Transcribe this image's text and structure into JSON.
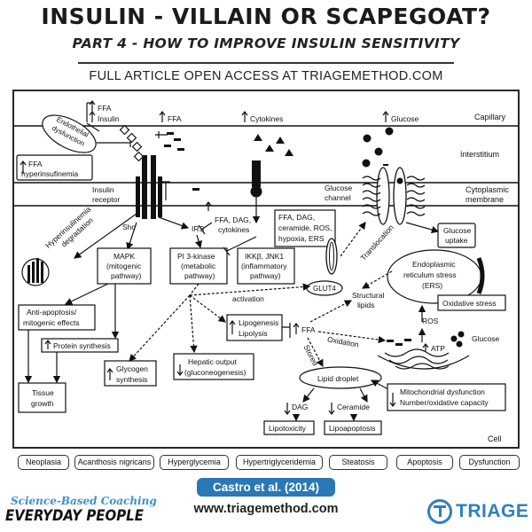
{
  "header": {
    "title": "INSULIN - VILLAIN OR SCAPEGOAT?",
    "subtitle": "PART 4 - HOW TO IMPROVE INSULIN SENSITIVITY",
    "access_note": "FULL ARTICLE OPEN ACCESS AT TRIAGEMETHOD.COM"
  },
  "diagram": {
    "compartments": {
      "capillary": "Capillary",
      "interstitium": "Interstitium",
      "cytoplasmic_membrane_1": "Cytoplasmic",
      "cytoplasmic_membrane_2": "membrane",
      "cell": "Cell"
    },
    "capillary_factors": {
      "ffa": "FFA",
      "insulin": "Insulin",
      "ffa2": "FFA",
      "cytokines": "Cytokines",
      "glucose": "Glucose"
    },
    "endothelial": {
      "line1": "Endothelial",
      "line2": "dysfunction"
    },
    "hyper_box": {
      "line1": "FFA",
      "line2": "hyperinsufinemia"
    },
    "insulin_receptor": {
      "line1": "Insulin",
      "line2": "receptor"
    },
    "glucose_channel": {
      "line1": "Glucose",
      "line2": "channel"
    },
    "hyper_degradation": {
      "line1": "Hyperinsulinemia",
      "line2": "degradation"
    },
    "shc": "Shc",
    "irs": "IRS",
    "inhibitors": {
      "line1": "FFA, DAG,",
      "line2": "cytokines"
    },
    "stress_factors": {
      "line1": "FFA, DAG,",
      "line2": "ceramide, ROS,",
      "line3": "hypoxia, ERS"
    },
    "mapk": {
      "line1": "MAPK",
      "line2": "(mitogenic",
      "line3": "pathway)"
    },
    "pi3k": {
      "line1": "PI 3-kinase",
      "line2": "(metabolic",
      "line3": "pathway)"
    },
    "ikk": {
      "line1": "IKKβ, JNK1",
      "line2": "(inflammatory",
      "line3": "pathway)"
    },
    "glucose_uptake": {
      "line1": "Glucose",
      "line2": "uptake"
    },
    "translocation": "Translocation",
    "glut4": "GLUT4",
    "activation": "activation",
    "er_stress": {
      "line1": "Endoplasmic",
      "line2": "reticulum stress",
      "line3": "(ERS)"
    },
    "structural_lipids": {
      "line1": "Structural",
      "line2": "lipids"
    },
    "ros": "ROS",
    "oxidative_stress": "Oxidative stress",
    "anti_apoptosis": {
      "line1": "Anti-apoptosis/",
      "line2": "mitogenic effects"
    },
    "protein_synthesis": "Protein synthesis",
    "tissue_growth": {
      "line1": "Tissue",
      "line2": "growth"
    },
    "glycogen": {
      "line1": "Glycogen",
      "line2": "synthesis"
    },
    "hepatic": {
      "line1": "Hepatic output",
      "line2": "(gluconeogenesis)"
    },
    "lipogenesis": {
      "line1": "Lipogenesis",
      "line2": "Lipolysis"
    },
    "ffa_cell": "FFA",
    "oxidation": "Oxidation",
    "stored": "Stored",
    "atp": "ATP",
    "glucose_cell": "Glucose",
    "lipid_droplet": "Lipid droplet",
    "dag": "DAG",
    "ceramide": "Ceramide",
    "mito": {
      "line1": "Mitochondrial dysfunction",
      "line2": "Number/oxidative capacity"
    },
    "lipotoxicity": "Lipotoxicity",
    "lipoapoptosis": "Lipoapoptosis"
  },
  "outcomes": [
    "Neoplasia",
    "Acanthosis nigricans",
    "Hyperglycemia",
    "Hypertriglyceridemia",
    "Steatosis",
    "Apoptosis",
    "Dysfunction"
  ],
  "footer": {
    "citation": "Castro et al. (2014)",
    "website": "www.triagemethod.com",
    "logo_left_line1": "Science-Based Coaching",
    "logo_left_line2": "EVERYDAY PEOPLE",
    "logo_right": "TRIAGE"
  },
  "colors": {
    "accent_blue": "#2a78b4",
    "logo_blue": "#2f7fc0",
    "ink": "#111111"
  }
}
